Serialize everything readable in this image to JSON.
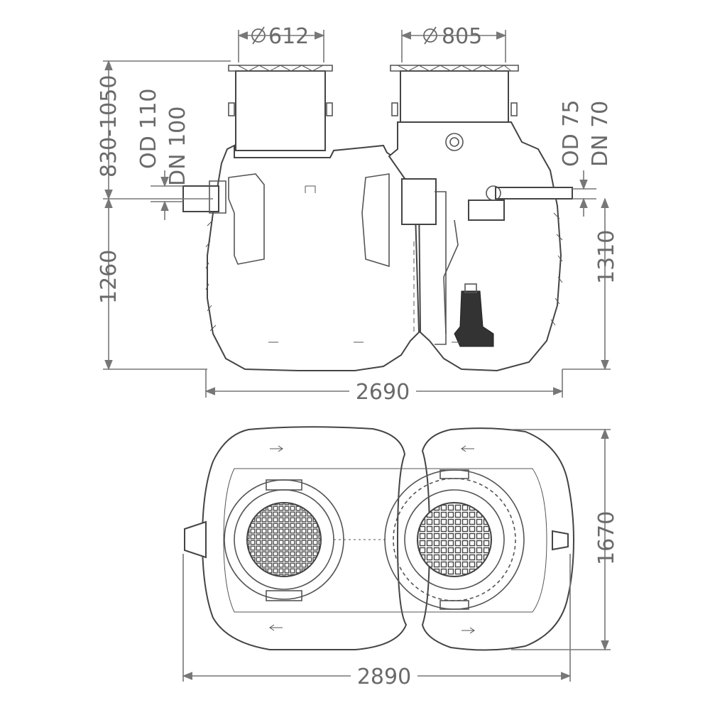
{
  "labels": {
    "dia_612": "612",
    "dia_805": "805",
    "height_830_1050": "830-1050",
    "od_110": "OD 110",
    "dn_100": "DN 100",
    "od_75": "OD 75",
    "dn_70": "DN 70",
    "height_1260": "1260",
    "height_1310": "1310",
    "width_2690": "2690",
    "depth_1670": "1670",
    "width_2890": "2890"
  },
  "colors": {
    "dimension": "#6a6a6a",
    "outline": "#444444",
    "background": "#ffffff"
  }
}
